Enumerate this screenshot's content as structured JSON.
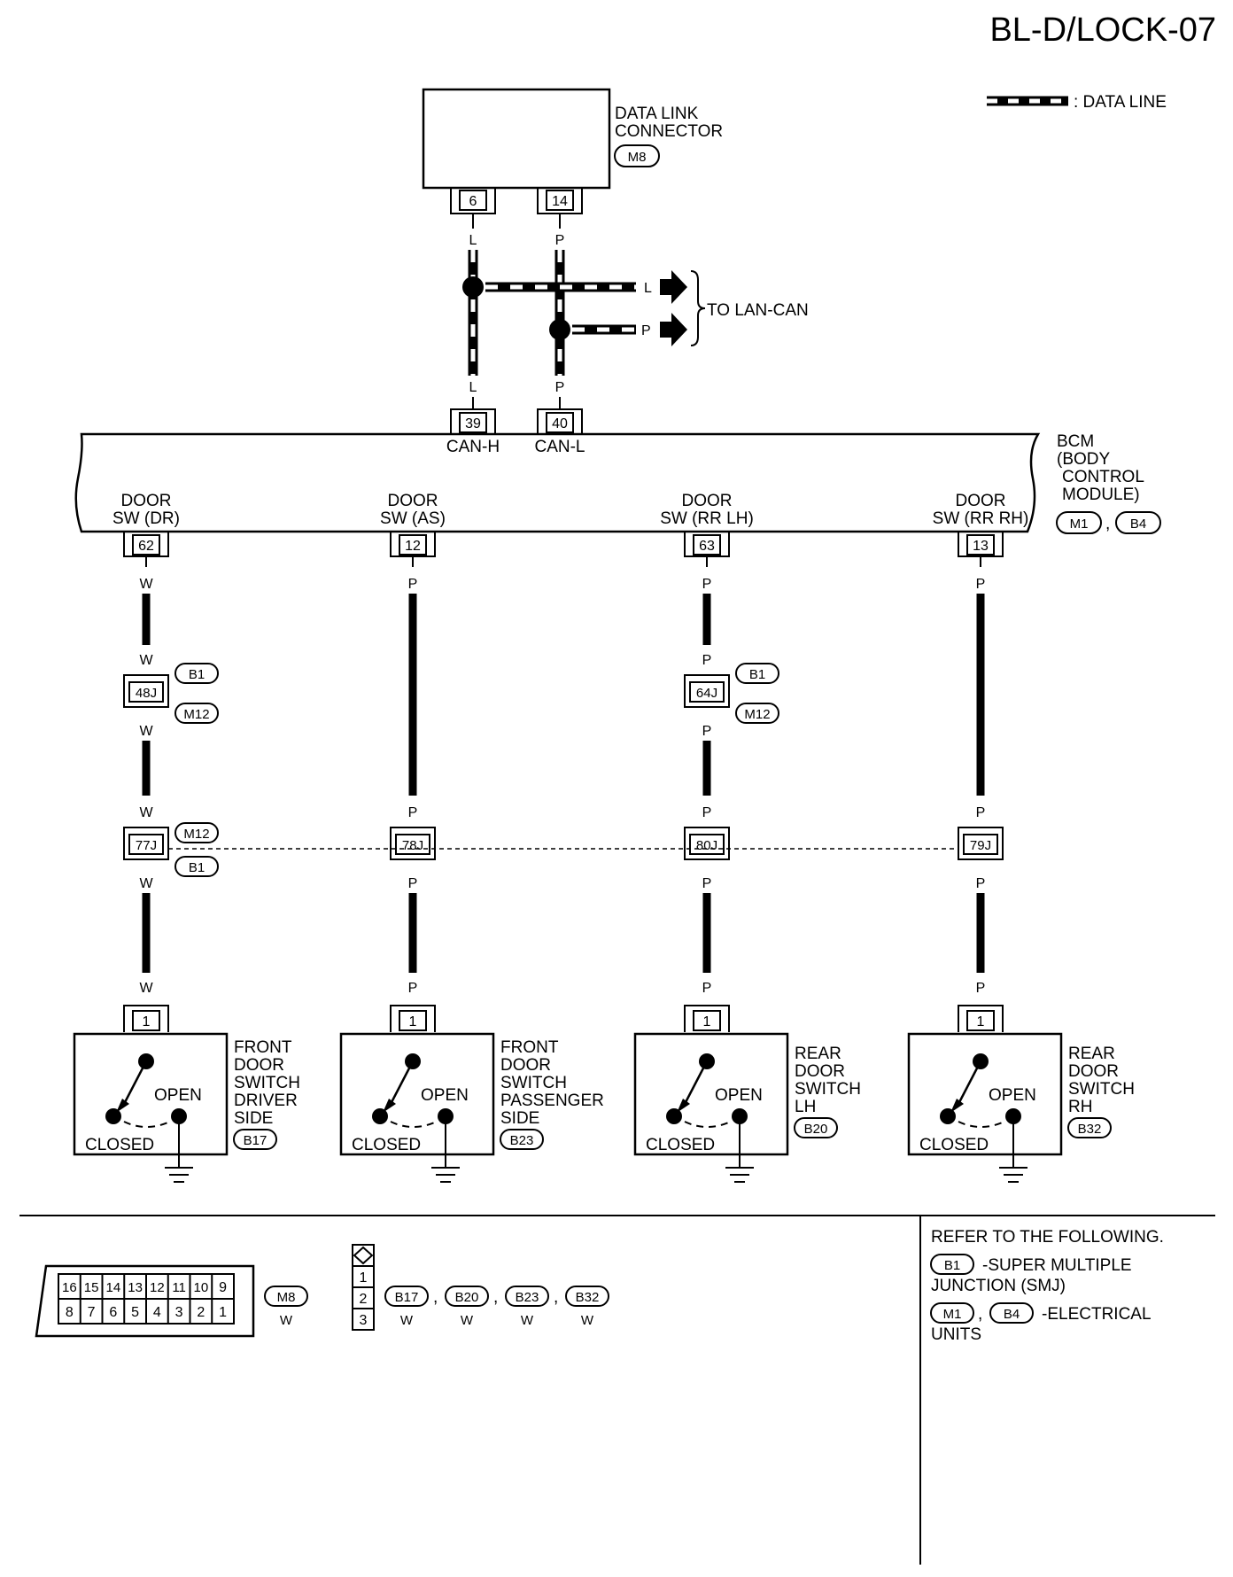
{
  "page_id": "BL-D/LOCK-07",
  "legend": {
    "data_line": ": DATA LINE"
  },
  "dlc": {
    "name_lines": [
      "DATA LINK",
      "CONNECTOR"
    ],
    "connector": "M8",
    "pin_can_h": "6",
    "pin_can_l": "14",
    "wire_h_color": "L",
    "wire_l_color": "P"
  },
  "lan_can": {
    "label": "TO LAN-CAN",
    "wire_h_color": "L",
    "wire_l_color": "P"
  },
  "bcm": {
    "name_lines": [
      "BCM",
      "(BODY",
      "CONTROL",
      "MODULE)"
    ],
    "connectors": [
      "M1",
      "B4"
    ],
    "can_h_pin": "39",
    "can_h_label": "CAN-H",
    "can_l_pin": "40",
    "can_l_label": "CAN-L",
    "can_h_wire": "L",
    "can_l_wire": "P"
  },
  "circuits": [
    {
      "bcm_label_lines": [
        "DOOR",
        "SW (DR)"
      ],
      "bcm_pin": "62",
      "wire_color": "W",
      "smj_junction": {
        "pin": "48J",
        "conn_top": "B1",
        "conn_bottom": "M12"
      },
      "mid_junction": {
        "pin": "77J",
        "conn_top": "M12",
        "conn_bottom": "B1"
      },
      "switch_pin": "1",
      "switch_name_lines": [
        "FRONT",
        "DOOR",
        "SWITCH",
        "DRIVER",
        "SIDE"
      ],
      "switch_connector": "B17",
      "open_label": "OPEN",
      "closed_label": "CLOSED"
    },
    {
      "bcm_label_lines": [
        "DOOR",
        "SW (AS)"
      ],
      "bcm_pin": "12",
      "wire_color": "P",
      "smj_junction": null,
      "mid_junction": {
        "pin": "78J"
      },
      "switch_pin": "1",
      "switch_name_lines": [
        "FRONT",
        "DOOR",
        "SWITCH",
        "PASSENGER",
        "SIDE"
      ],
      "switch_connector": "B23",
      "open_label": "OPEN",
      "closed_label": "CLOSED"
    },
    {
      "bcm_label_lines": [
        "DOOR",
        "SW (RR LH)"
      ],
      "bcm_pin": "63",
      "wire_color": "P",
      "smj_junction": {
        "pin": "64J",
        "conn_top": "B1",
        "conn_bottom": "M12"
      },
      "mid_junction": {
        "pin": "80J"
      },
      "switch_pin": "1",
      "switch_name_lines": [
        "REAR",
        "DOOR",
        "SWITCH",
        "LH"
      ],
      "switch_connector": "B20",
      "open_label": "OPEN",
      "closed_label": "CLOSED"
    },
    {
      "bcm_label_lines": [
        "DOOR",
        "SW (RR RH)"
      ],
      "bcm_pin": "13",
      "wire_color": "P",
      "smj_junction": null,
      "mid_junction": {
        "pin": "79J"
      },
      "switch_pin": "1",
      "switch_name_lines": [
        "REAR",
        "DOOR",
        "SWITCH",
        "RH"
      ],
      "switch_connector": "B32",
      "open_label": "OPEN",
      "closed_label": "CLOSED"
    }
  ],
  "connector_views": {
    "dlc_top_row": [
      "16",
      "15",
      "14",
      "13",
      "12",
      "11",
      "10",
      "9"
    ],
    "dlc_bottom_row": [
      "8",
      "7",
      "6",
      "5",
      "4",
      "3",
      "2",
      "1"
    ],
    "dlc_connector": "M8",
    "dlc_color": "W",
    "switch_pins": [
      "1",
      "2",
      "3"
    ],
    "switch_connectors": [
      "B17",
      "B20",
      "B23",
      "B32"
    ],
    "switch_colors": [
      "W",
      "W",
      "W",
      "W"
    ]
  },
  "refer": {
    "heading": "REFER TO THE FOLLOWING.",
    "smj_connector": "B1",
    "smj_text_1": "-SUPER MULTIPLE",
    "smj_text_2": "JUNCTION (SMJ)",
    "eu_connectors": [
      "M1",
      "B4"
    ],
    "eu_text_1": "-ELECTRICAL",
    "eu_text_2": "UNITS"
  }
}
